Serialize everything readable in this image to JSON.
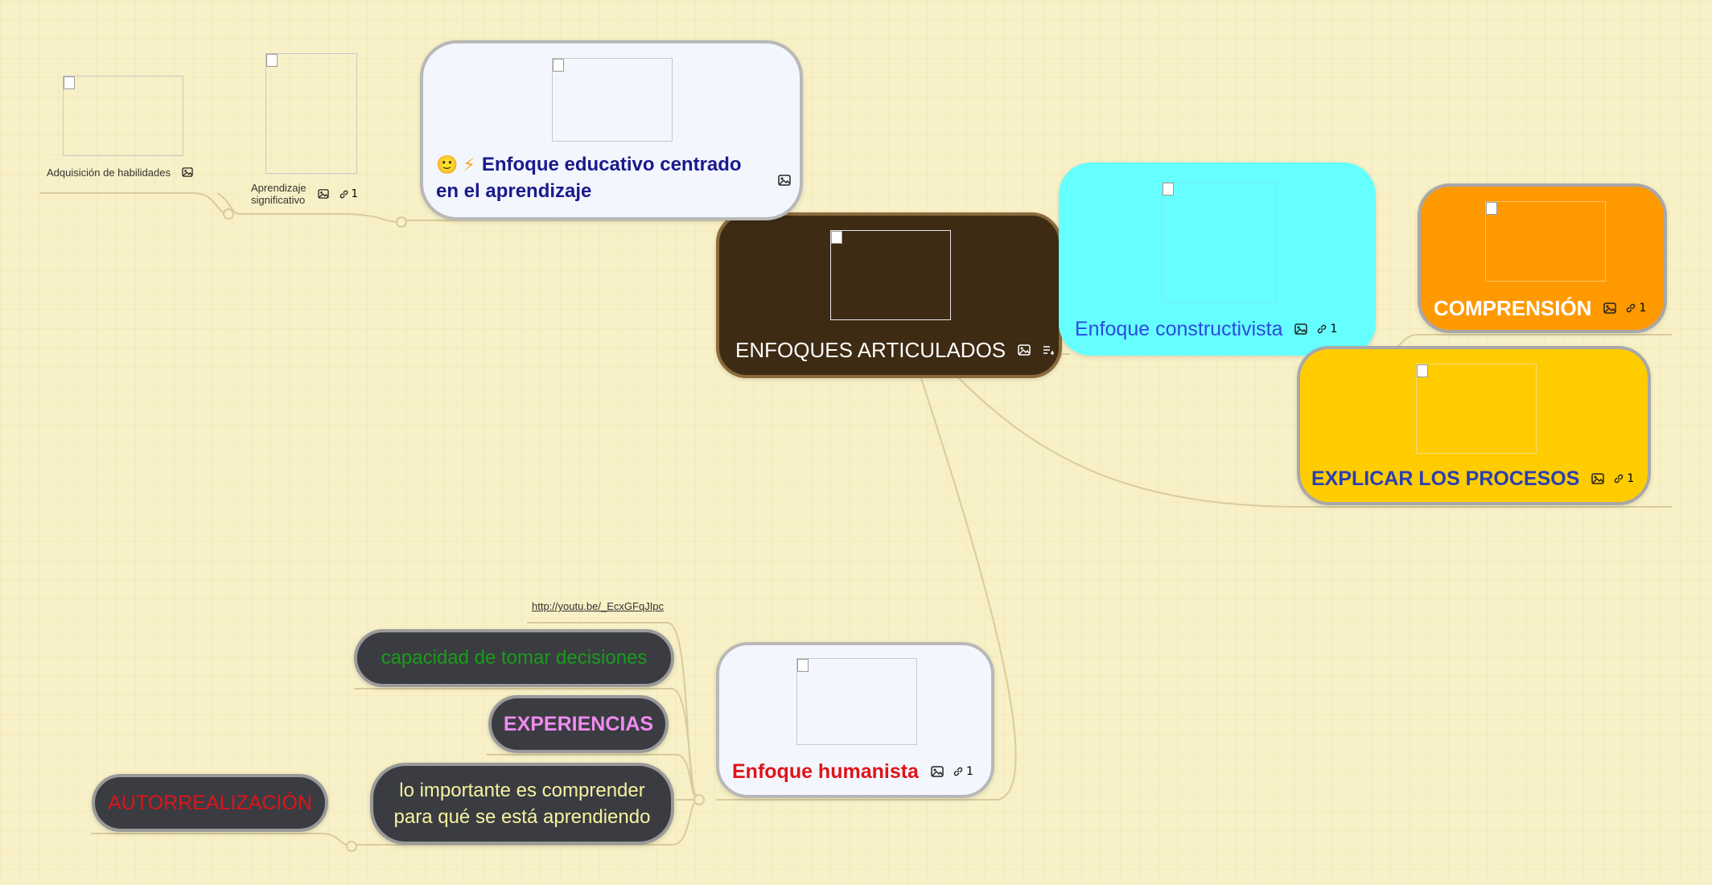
{
  "colors": {
    "background": "#f8f0c6",
    "connector": "#d8cc9c",
    "root_fill": "#3d2b14",
    "root_border": "#8a6a3c",
    "cyan_fill": "#66ffff",
    "orange_fill": "#ff9900",
    "yellow_fill": "#ffcc00",
    "light_fill": "#f3f6fd",
    "dark_pill": "#3a3c42"
  },
  "root": {
    "label": "ENFOQUES ARTICULADOS",
    "icons": [
      "image-icon",
      "notes-icon"
    ]
  },
  "enfoque_educativo": {
    "emoji_1": "🙂",
    "emoji_2": "⚡",
    "label_line1": "Enfoque educativo centrado",
    "label_line2": "en el aprendizaje",
    "icons": [
      "image-icon"
    ]
  },
  "aprendizaje_significativo": {
    "label_line1": "Aprendizaje",
    "label_line2": "significativo",
    "link_count": "1"
  },
  "adquisicion": {
    "label": "Adquisición de habilidades"
  },
  "constructivista": {
    "label": "Enfoque constructivista",
    "link_count": "1"
  },
  "comprension": {
    "label": "COMPRENSIÓN",
    "link_count": "1"
  },
  "explicar": {
    "label": "EXPLICAR LOS PROCESOS",
    "link_count": "1"
  },
  "humanista": {
    "label": "Enfoque humanista",
    "link_count": "1",
    "children": {
      "link_url": "http://youtu.be/_EcxGFqJIpc",
      "decisiones": "capacidad de tomar decisiones",
      "experiencias": "EXPERIENCIAS",
      "comprender_line1": "lo importante es comprender",
      "comprender_line2": "para qué se está aprendiendo",
      "autorrealizacion": "AUTORREALIZACIÓN"
    }
  }
}
